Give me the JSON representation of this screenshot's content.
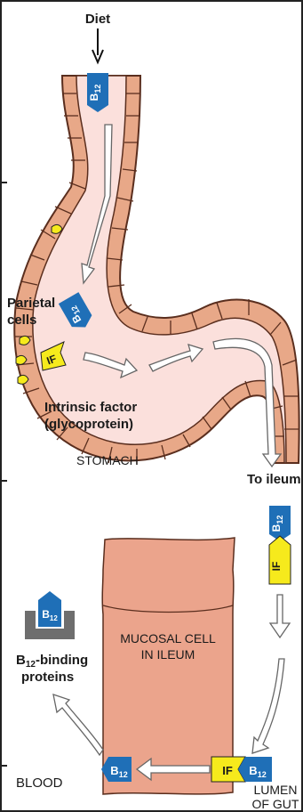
{
  "labels": {
    "diet": "Diet",
    "parietal_line1": "Parietal",
    "parietal_line2": "cells",
    "intrinsic_line1": "Intrinsic factor",
    "intrinsic_line2": "(glycoprotein)",
    "stomach": "STOMACH",
    "to_ileum": "To ileum",
    "mucosal_line1": "MUCOSAL CELL",
    "mucosal_line2": "IN ILEUM",
    "binding_line1": "B",
    "binding_sub": "12",
    "binding_rest": "-binding",
    "binding_line2": "proteins",
    "blood": "BLOOD",
    "lumen_line1": "LUMEN",
    "lumen_line2": "OF GUT"
  },
  "tags": {
    "b12_main": "B",
    "b12_sub": "12",
    "if": "IF"
  },
  "colors": {
    "stomach_fill": "#fbe0dc",
    "wall_fill": "#e8a888",
    "wall_stroke": "#5a2e1e",
    "mucosal_fill": "#eba48c",
    "b12_blue": "#1f6fb7",
    "if_yellow": "#f6ea1c",
    "arrow_fill": "#ffffff",
    "arrow_stroke": "#555555",
    "box_gray": "#6e6e6e",
    "border": "#222222"
  }
}
